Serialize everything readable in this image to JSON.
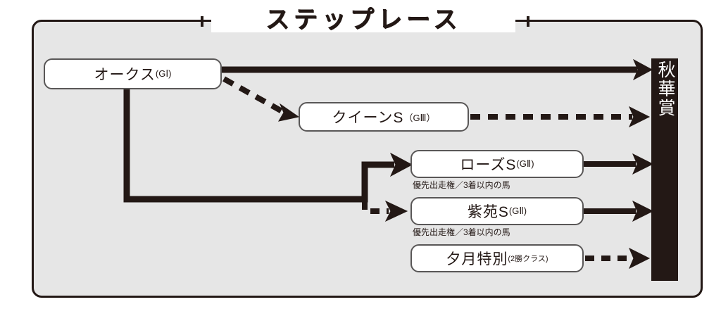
{
  "diagram": {
    "title": "ステップレース",
    "goal": {
      "label": "秋華賞",
      "orientation": "vertical",
      "color": "#231815"
    },
    "nodes": [
      {
        "id": "oaks",
        "name": "オークス",
        "grade": "(GⅠ)"
      },
      {
        "id": "queen",
        "name": "クイーンS",
        "grade": "（GⅢ）"
      },
      {
        "id": "rose",
        "name": "ローズS",
        "grade": "(GⅡ)"
      },
      {
        "id": "shien",
        "name": "紫苑S",
        "grade": "(GⅡ)"
      },
      {
        "id": "yuzuki",
        "name": "夕月特別",
        "grade": "(2勝クラス)"
      }
    ],
    "captions": {
      "rose": "優先出走権／3着以内の馬",
      "shien": "優先出走権／3着以内の馬"
    },
    "edges": [
      {
        "from": "oaks",
        "to": "goal",
        "style": "solid"
      },
      {
        "from": "oaks",
        "to": "queen",
        "style": "dashed"
      },
      {
        "from": "oaks",
        "to": "rose",
        "style": "solid"
      },
      {
        "from": "oaks",
        "to": "shien",
        "style": "dashed"
      },
      {
        "from": "queen",
        "to": "goal",
        "style": "dashed"
      },
      {
        "from": "rose",
        "to": "goal",
        "style": "solid"
      },
      {
        "from": "shien",
        "to": "goal",
        "style": "solid"
      },
      {
        "from": "yuzuki",
        "to": "goal",
        "style": "dashed"
      }
    ],
    "colors": {
      "ink": "#231815",
      "panel": "#e6e6e6",
      "box_border": "#595757",
      "box_fill": "#ffffff",
      "page": "#ffffff"
    }
  }
}
